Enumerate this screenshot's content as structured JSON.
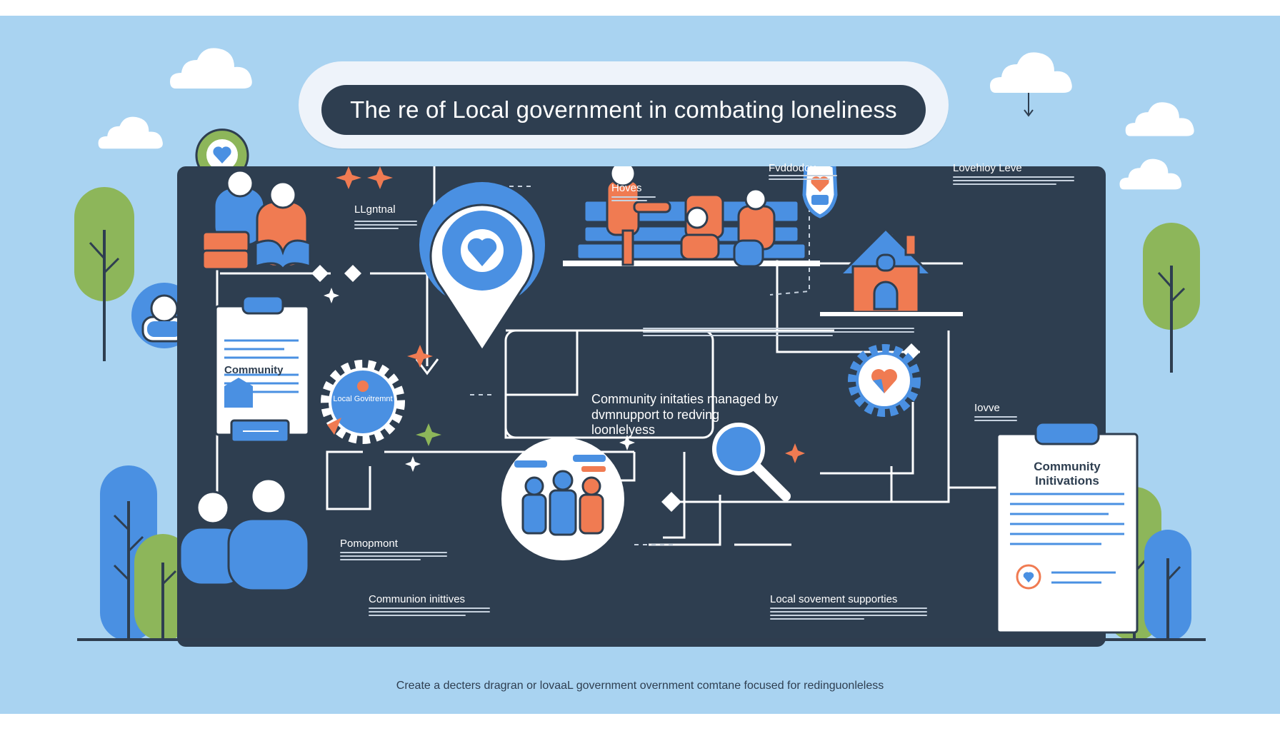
{
  "title": "The re of Local government in combating loneliness",
  "labels": {
    "lgntnal": "LLgntnal",
    "hoves": "Hoves",
    "fvddodoy": "Fvddodoy",
    "lovehioy_leve": "Lovehioy Leve",
    "community_doc": "Community",
    "local_gov_gear": "Local Govitremnt",
    "center_text": "Community initaties managed by dvmnupport to redving loonlelyess",
    "iovve": "Iovve",
    "community_initiations": "Community Initivations",
    "pomopmont": "Pomopmont",
    "communion_inittives": "Communion inittives",
    "local_sov_supports": "Local sovement supporties"
  },
  "caption": "Create a decters dragran or lovaaL government overnment comtane focused for redinguonleless",
  "colors": {
    "sky": "#a9d3f1",
    "board": "#2e3e50",
    "blue": "#4a90e2",
    "orange": "#f07b52",
    "green": "#8db65a",
    "white": "#ffffff"
  },
  "icons": [
    "location-pin-heart-icon",
    "heart-icon",
    "user-icon",
    "shield-heart-icon",
    "house-icon",
    "gear-icon",
    "magnifier-icon",
    "sparkle-icon",
    "cloud-icon",
    "tree-icon"
  ]
}
